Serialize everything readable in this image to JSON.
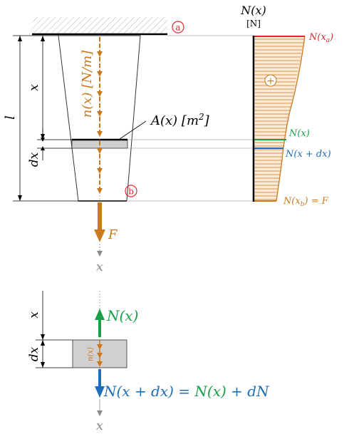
{
  "colors": {
    "orange": "#C97A1E",
    "green": "#1AA04A",
    "blue": "#1F6EB8",
    "red": "#E0282E",
    "gray": "#8A8A8A",
    "hatch": "#FCEAD8"
  },
  "labels": {
    "point_a": "a",
    "point_b": "b",
    "x_top": "x",
    "l": "l",
    "dx_top": "dx",
    "n_load": "n(x) [N/m]",
    "area": "A(x)  [m",
    "area_exp": "2",
    "area_close": "]",
    "force_F": "F",
    "x_axis_top": "x",
    "N_title": "N(x)",
    "N_unit": "[N]",
    "plus": "+",
    "N_xa": "N(x",
    "N_xa_sub": "a",
    "N_xa_close": ")",
    "N_x": "N(x)",
    "N_x_dx": "N(x + dx)",
    "N_xb": "N(x",
    "N_xb_sub": "b",
    "N_xb_close": ") = F",
    "x_bottom_dim": "x",
    "dx_bottom": "dx",
    "N_top_bottom": "N(x)",
    "n_small": "n(x)",
    "eq_lhs": "N(x + dx) = ",
    "eq_mid": "N(x)",
    "eq_rhs": " + dN",
    "x_axis_bottom": "x"
  }
}
